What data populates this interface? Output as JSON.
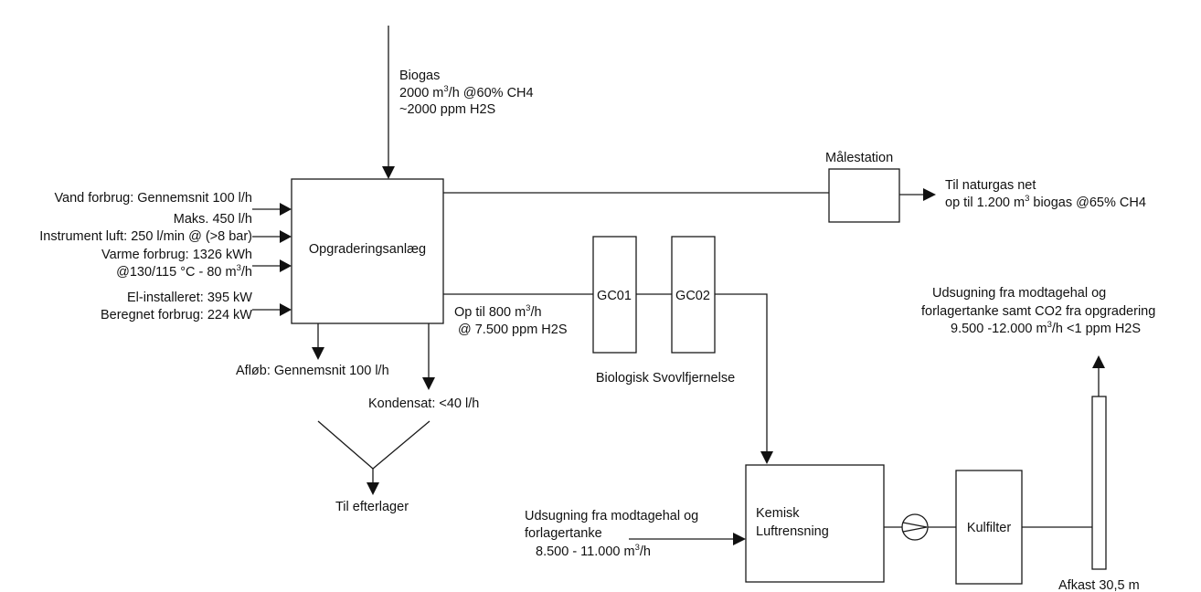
{
  "biogas": {
    "title": "Biogas",
    "rate_pre": "2000 m",
    "rate_sup": "3",
    "rate_post": "/h @60% CH4",
    "h2s": "~2000 ppm H2S"
  },
  "malestation": {
    "label": "Målestation"
  },
  "natural_gas": {
    "line1": "Til naturgas net",
    "line2_pre": "op til 1.200 m",
    "line2_sup": "3",
    "line2_post": " biogas @65% CH4"
  },
  "upgrading_plant": {
    "label": "Opgraderingsanlæg"
  },
  "inputs": {
    "water_avg": "Vand forbrug: Gennemsnit 100 l/h",
    "water_max": "Maks. 450 l/h",
    "instrument_air": "Instrument luft: 250 l/min @ (>8 bar)",
    "heat_line1": "Varme forbrug: 1326 kWh",
    "heat_line2_pre": "@130/115 °C - 80 m",
    "heat_line2_sup": "3",
    "heat_line2_post": "/h",
    "el_installed": "El-installeret: 395 kW",
    "el_calculated": "Beregnet forbrug: 224 kW"
  },
  "outputs": {
    "drain": "Afløb: Gennemsnit 100 l/h",
    "condensate": "Kondensat: <40 l/h",
    "to_storage": "Til efterlager"
  },
  "offgas": {
    "line1_pre": "Op til 800 m",
    "line1_sup": "3",
    "line1_post": "/h",
    "line2": "@ 7.500 ppm H2S"
  },
  "gc": {
    "gc01": "GC01",
    "gc02": "GC02",
    "caption": "Biologisk Svovlfjernelse"
  },
  "scrubber": {
    "line1": "Kemisk",
    "line2": "Luftrensning"
  },
  "carbon_filter": {
    "label": "Kulfilter"
  },
  "suction_in": {
    "line1": "Udsugning fra modtagehal og",
    "line2": "forlagertanke",
    "rate_pre": "8.500 - 11.000  m",
    "rate_sup": "3",
    "rate_post": "/h"
  },
  "stack": {
    "label": "Afkast 30,5 m",
    "line1": "Udsugning fra modtagehal og",
    "line2": "forlagertanke samt CO2 fra opgradering",
    "rate_pre": "9.500 -12.000  m",
    "rate_sup": "3",
    "rate_post": "/h <1 ppm H2S"
  }
}
